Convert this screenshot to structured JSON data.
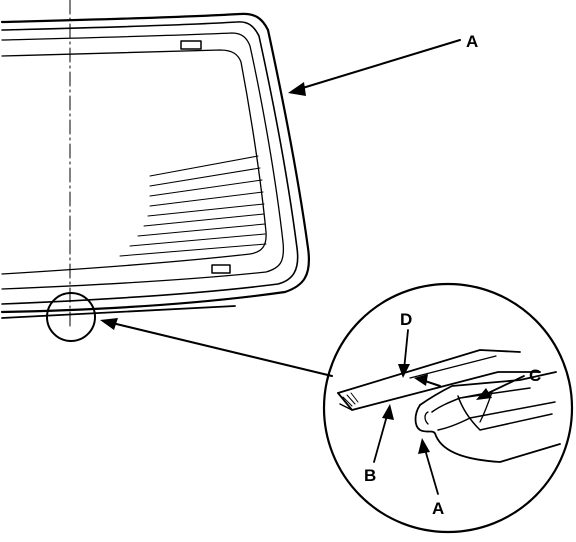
{
  "diagram": {
    "callouts": {
      "glass_main": "A",
      "molding_detail": "A",
      "edge": "B",
      "clip": "C",
      "mark": "D"
    }
  }
}
